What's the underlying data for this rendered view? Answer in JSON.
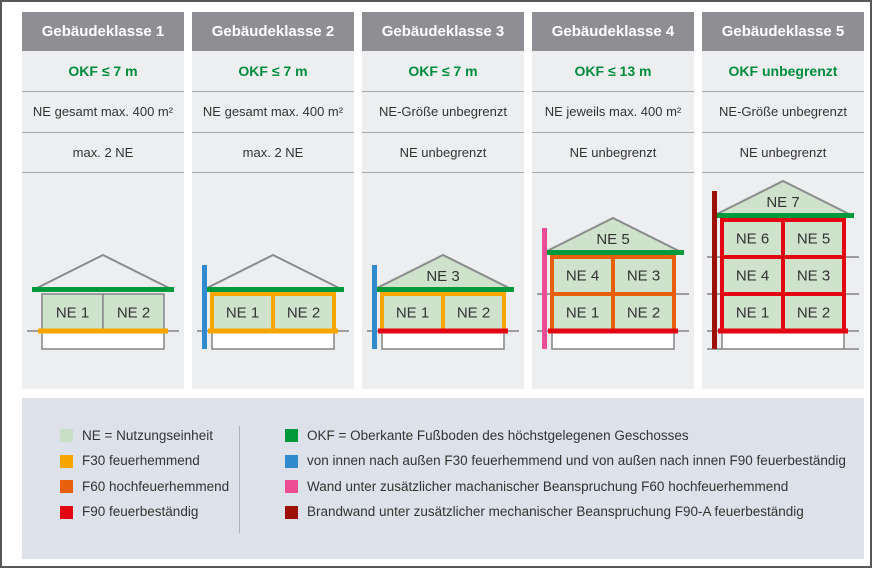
{
  "colors": {
    "frame_border": "#57585a",
    "header_bg": "#8e8e93",
    "header_text": "#ffffff",
    "row_bg": "#eceef0",
    "row_line": "#a5a6a9",
    "legend_bg": "#dde2ea",
    "okf_text_green": "#008d3c",
    "okf_line": "#009a3d",
    "ne_fill": "#cfe2cc",
    "ne_fill_legend": "#c9dfc5",
    "f30": "#f7a600",
    "f60": "#e8600c",
    "f90": "#e30613",
    "blue": "#2f8bcd",
    "pink": "#ee4d96",
    "darkred": "#9c1006",
    "gray": "#8a8b8d",
    "text": "#323333",
    "basement_fill": "#ffffff"
  },
  "table": {
    "columns": [
      {
        "title": "Gebäudeklasse 1",
        "okf": "OKF ≤ 7 m",
        "ne_size": "NE gesamt max. 400 m²",
        "ne_count": "max. 2 NE"
      },
      {
        "title": "Gebäudeklasse 2",
        "okf": "OKF ≤ 7 m",
        "ne_size": "NE gesamt max. 400 m²",
        "ne_count": "max. 2 NE"
      },
      {
        "title": "Gebäudeklasse 3",
        "okf": "OKF ≤ 7 m",
        "ne_size": "NE-Größe unbegrenzt",
        "ne_count": "NE unbegrenzt"
      },
      {
        "title": "Gebäudeklasse 4",
        "okf": "OKF ≤ 13 m",
        "ne_size": "NE jeweils max. 400 m²",
        "ne_count": "NE unbegrenzt"
      },
      {
        "title": "Gebäudeklasse 5",
        "okf": "OKF unbegrenzt",
        "ne_size": "NE-Größe unbegrenzt",
        "ne_count": "NE unbegrenzt"
      }
    ]
  },
  "buildings": [
    {
      "stories": [
        [
          "NE 1",
          "NE 2"
        ]
      ],
      "roof_label": "",
      "roof_filled": false,
      "style": "gray",
      "bottom_bar": "f30",
      "marker": null,
      "ticks": [
        158
      ]
    },
    {
      "stories": [
        [
          "NE 1",
          "NE 2"
        ]
      ],
      "roof_label": "",
      "roof_filled": false,
      "style": "f30",
      "bottom_bar": "f30",
      "marker": "blue",
      "ticks": [
        158
      ]
    },
    {
      "stories": [
        [
          "NE 1",
          "NE 2"
        ]
      ],
      "roof_label": "NE 3",
      "roof_filled": true,
      "style": "f30",
      "bottom_bar": "f90",
      "marker": "blue",
      "ticks": [
        158
      ]
    },
    {
      "stories": [
        [
          "NE 1",
          "NE 2"
        ],
        [
          "NE 4",
          "NE 3"
        ]
      ],
      "roof_label": "NE 5",
      "roof_filled": true,
      "style": "f60",
      "bottom_bar": "f90",
      "marker": "pink",
      "ticks": [
        121,
        158
      ]
    },
    {
      "stories": [
        [
          "NE 1",
          "NE 2"
        ],
        [
          "NE 4",
          "NE 3"
        ],
        [
          "NE 6",
          "NE 5"
        ]
      ],
      "roof_label": "NE 7",
      "roof_filled": true,
      "style": "f90",
      "bottom_bar": "f90",
      "marker": "darkred",
      "ticks": [
        84,
        121,
        158,
        176
      ]
    }
  ],
  "legend": {
    "left": [
      {
        "color_key": "ne_fill_legend",
        "label": "NE = Nutzungseinheit"
      },
      {
        "color_key": "f30",
        "label": "F30 feuerhemmend"
      },
      {
        "color_key": "f60",
        "label": "F60 hochfeuerhemmend"
      },
      {
        "color_key": "f90",
        "label": "F90 feuerbeständig"
      }
    ],
    "right": [
      {
        "color_key": "okf_line",
        "label": "OKF = Oberkante Fußboden des höchstgelegenen Geschosses"
      },
      {
        "color_key": "blue",
        "label": "von innen nach außen F30 feuerhemmend und von außen nach innen F90 feuerbeständig"
      },
      {
        "color_key": "pink",
        "label": "Wand unter zusätzlicher machanischer Beanspruchung F60 hochfeuerhemmend"
      },
      {
        "color_key": "darkred",
        "label": "Brandwand unter zusätzlicher mechanischer Beanspruchung F90-A feuerbeständig"
      }
    ]
  }
}
